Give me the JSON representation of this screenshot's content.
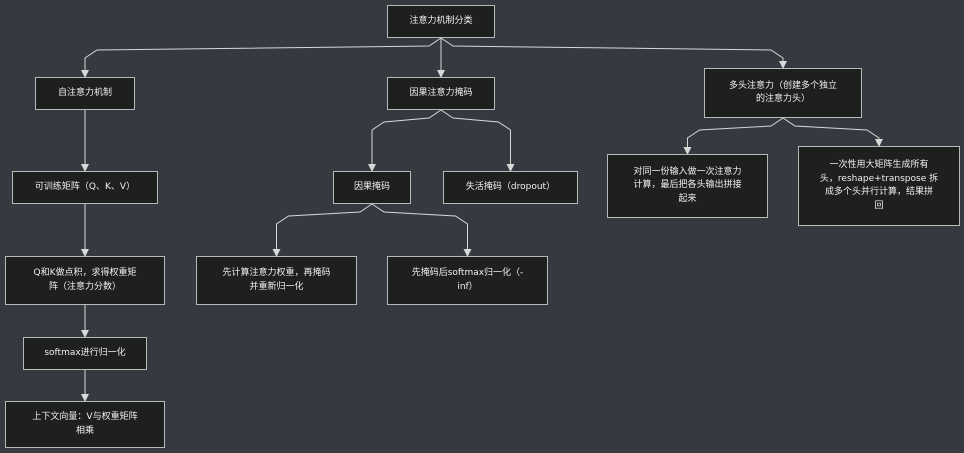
{
  "nodes": {
    "root": "注意力机制分类",
    "self_attn": "自注意力机制",
    "causal_mask": "因果注意力掩码",
    "multi_head": "多头注意力（创建多个独立\n的注意力头）",
    "trainable_matrix": "可训练矩阵（Q、K、V）",
    "causal": "因果掩码",
    "dropout": "失活掩码（dropout）",
    "mh_separate": "对同一份输入做一次注意力\n计算，最后把各头输出拼接\n起来",
    "mh_reshape": "一次性用大矩阵生成所有\n头，reshape+transpose 拆\n成多个头并行计算，结果拼\n回",
    "qk_dot": "Q和K做点积，求得权重矩\n阵（注意力分数）",
    "mask_after": "先计算注意力权重，再掩码\n并重新归一化",
    "mask_before": "先掩码后softmax归一化（-\ninf）",
    "softmax": "softmax进行归一化",
    "context": "上下文向量：V与权重矩阵\n相乘"
  },
  "edges": [
    [
      "root",
      "self_attn"
    ],
    [
      "root",
      "causal_mask"
    ],
    [
      "root",
      "multi_head"
    ],
    [
      "self_attn",
      "trainable_matrix"
    ],
    [
      "trainable_matrix",
      "qk_dot"
    ],
    [
      "qk_dot",
      "softmax"
    ],
    [
      "softmax",
      "context"
    ],
    [
      "causal_mask",
      "causal"
    ],
    [
      "causal_mask",
      "dropout"
    ],
    [
      "causal",
      "mask_after"
    ],
    [
      "causal",
      "mask_before"
    ],
    [
      "multi_head",
      "mh_separate"
    ],
    [
      "multi_head",
      "mh_reshape"
    ]
  ]
}
